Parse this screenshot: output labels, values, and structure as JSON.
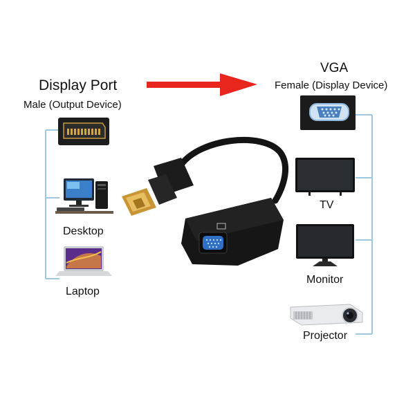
{
  "left": {
    "title": "Display Port",
    "subtitle": "Male (Output Device)",
    "devices": [
      {
        "label": "Desktop",
        "icon": "desktop-computer-icon"
      },
      {
        "label": "Laptop",
        "icon": "laptop-icon"
      }
    ],
    "port_icon": "displayport-port-icon"
  },
  "right": {
    "title": "VGA",
    "subtitle": "Female (Display Device)",
    "devices": [
      {
        "label": "TV",
        "icon": "tv-icon"
      },
      {
        "label": "Monitor",
        "icon": "monitor-icon"
      },
      {
        "label": "Projector",
        "icon": "projector-icon"
      }
    ],
    "port_icon": "vga-port-icon"
  },
  "colors": {
    "arrow": "#e8261e",
    "bracket": "#9cc8e0",
    "adapter": "#1b1b1b",
    "gold": "#d4a64a"
  }
}
